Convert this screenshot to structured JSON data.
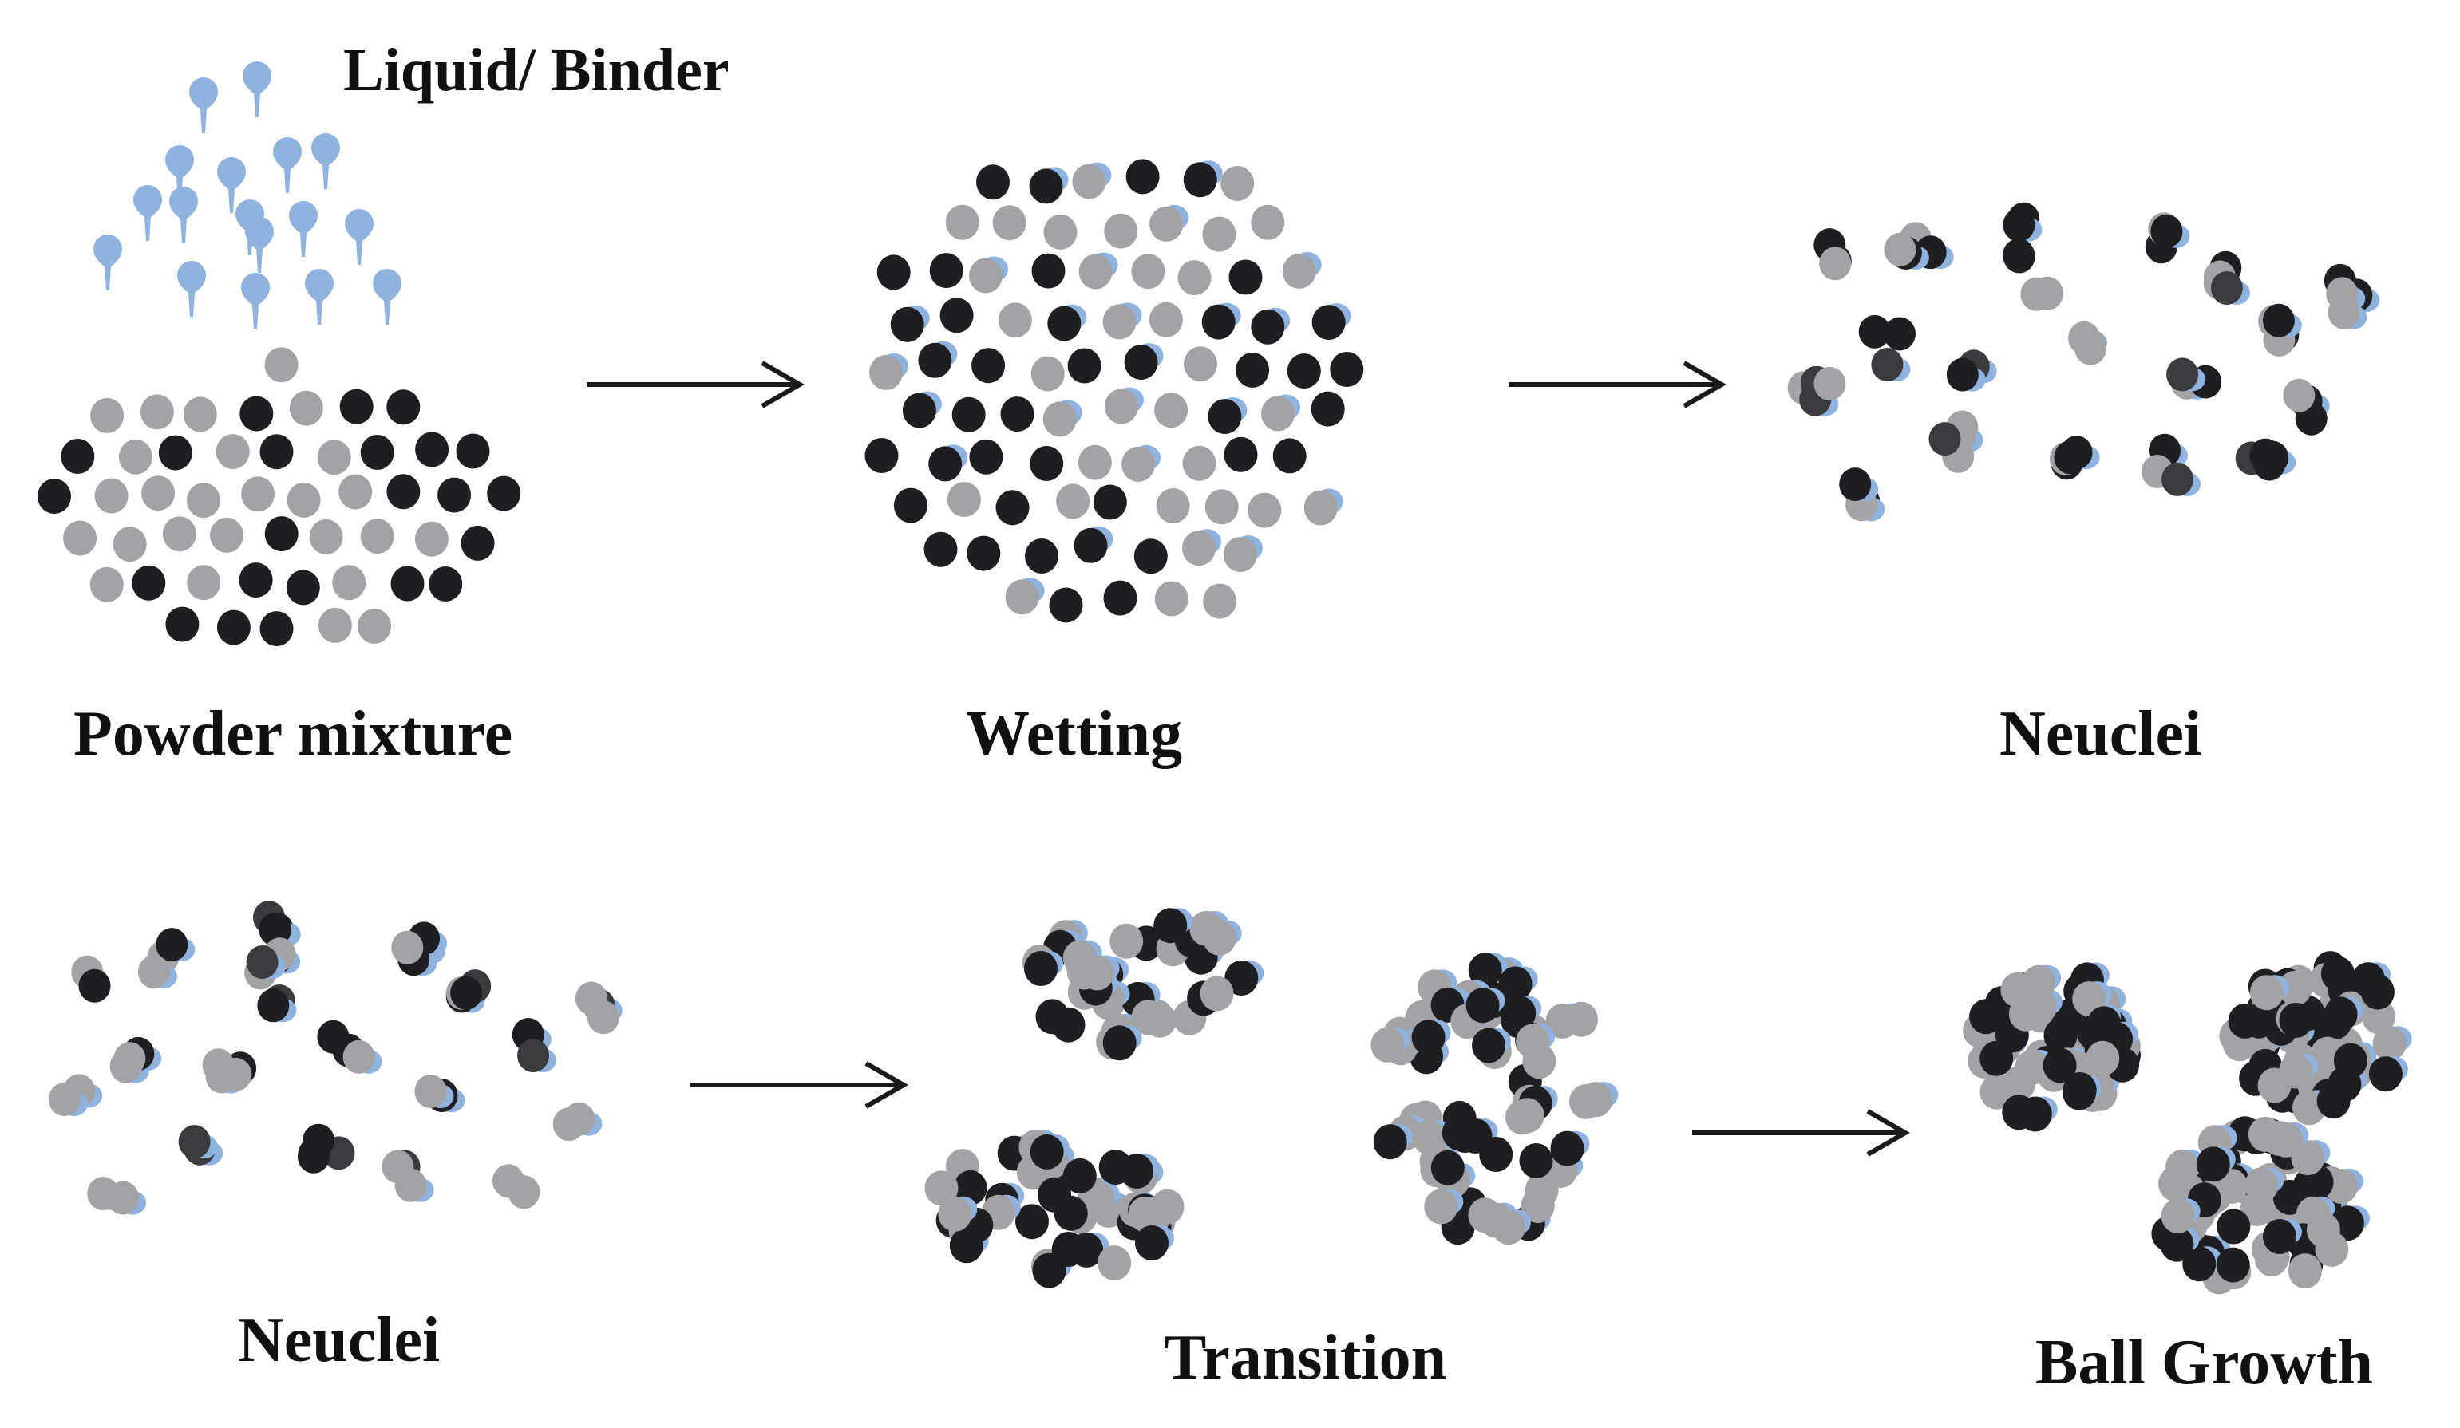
{
  "labels": {
    "liquid_binder": "Liquid/ Binder",
    "powder_mixture": "Powder mixture",
    "wetting": "Wetting",
    "nuclei_top": "Neuclei",
    "nuclei_bottom": "Neuclei",
    "transition": "Transition",
    "ball_growth": "Ball Growth"
  },
  "colors": {
    "dark_particle": "#1f1f21",
    "grey_particle": "#a3a3a5",
    "binder_blue": "#8fb2df",
    "arrow": "#1a1a1a",
    "text": "#111111"
  },
  "stages": [
    {
      "name": "powder-mixture",
      "kind": "loose"
    },
    {
      "name": "wetting",
      "kind": "wetted"
    },
    {
      "name": "nuclei",
      "kind": "small-clusters"
    },
    {
      "name": "nuclei",
      "kind": "small-clusters"
    },
    {
      "name": "transition",
      "kind": "large-clusters"
    },
    {
      "name": "ball-growth",
      "kind": "dense-balls"
    }
  ]
}
